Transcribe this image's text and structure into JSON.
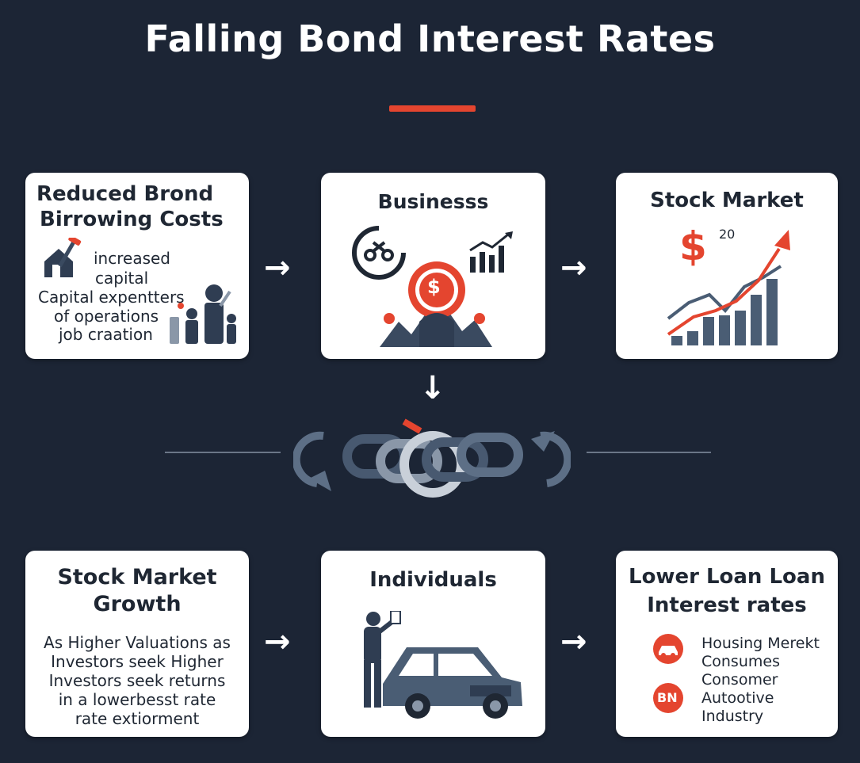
{
  "title": "Falling Bond Interest Rates",
  "colors": {
    "background": "#1c2535",
    "accent": "#e4452f",
    "slate": "#4a5d74",
    "card": "#ffffff"
  },
  "cards": {
    "reduced_costs": {
      "title_lines": [
        "Reduced Brond",
        "Birrowing Costs"
      ],
      "lines": [
        "increased",
        "capital",
        "Capital expentters",
        "of operations",
        "job craation"
      ]
    },
    "business": {
      "title": "Businesss",
      "dollar": "$"
    },
    "stock_market": {
      "title": "Stock Market",
      "dollar": "$",
      "label": "20"
    },
    "stock_growth": {
      "title_lines": [
        "Stock Market",
        "Growth"
      ],
      "lines": [
        "As Higher Valuations as",
        "Investors seek Higher",
        "Investors seek returns",
        "in a lowerbesst rate",
        "rate extiorment"
      ]
    },
    "individuals": {
      "title": "Individuals"
    },
    "lower_loan": {
      "title_lines": [
        "Lower Loan Loan",
        "Interest rates"
      ],
      "lines": [
        "Housing Merekt",
        "Consumes",
        "Consomer",
        "Autootive",
        "Industry"
      ],
      "badge": "BN"
    }
  },
  "icons": [
    "house-hammer-icon",
    "family-icon",
    "scissors-icon",
    "dollar-coin-icon",
    "bar-chart-icon",
    "rising-chart-icon",
    "chain-link-icon",
    "person-car-icon",
    "car-icon"
  ]
}
